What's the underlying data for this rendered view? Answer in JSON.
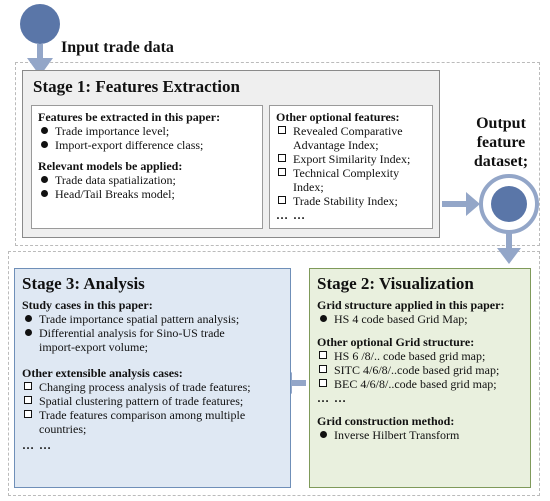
{
  "input_label": "Input trade data",
  "output_label": [
    "Output",
    "feature",
    "dataset;"
  ],
  "stage1": {
    "title": "Stage 1: Features Extraction",
    "left": {
      "heading1": "Features be extracted in this paper:",
      "items1": [
        "Trade importance level;",
        "Import-export difference class;"
      ],
      "heading2": "Relevant models be applied:",
      "items2": [
        "Trade data spatialization;",
        "Head/Tail Breaks model;"
      ]
    },
    "right": {
      "heading": "Other optional features:",
      "items": [
        [
          "Revealed Comparative",
          "Advantage Index;"
        ],
        [
          "Export Similarity Index;"
        ],
        [
          "Technical Complexity Index;"
        ],
        [
          "Trade Stability Index;"
        ]
      ],
      "more": "… …"
    }
  },
  "stage2": {
    "title": "Stage 2: Visualization",
    "heading1": "Grid structure applied in this paper:",
    "items1": [
      "HS 4 code based Grid Map;"
    ],
    "heading2": "Other optional Grid structure:",
    "items2": [
      "HS 6 /8/.. code based grid map;",
      "SITC 4/6/8/..code based grid map;",
      "BEC 4/6/8/..code based grid map;"
    ],
    "more": "… …",
    "heading3": "Grid construction method:",
    "items3": [
      "Inverse Hilbert Transform"
    ]
  },
  "stage3": {
    "title": "Stage 3: Analysis",
    "heading1": "Study cases in this paper:",
    "items1": [
      [
        "Trade importance spatial pattern analysis;"
      ],
      [
        "Differential analysis for Sino-US trade",
        "import-export volume;"
      ]
    ],
    "heading2": "Other extensible analysis cases:",
    "items2": [
      [
        "Changing process  analysis of trade features;"
      ],
      [
        "Spatial clustering pattern of trade features;"
      ],
      [
        "Trade features comparison among multiple",
        "countries;"
      ]
    ],
    "more": "… …"
  },
  "colors": {
    "stage1_fill": "#efefef",
    "stage2_fill": "#e9f0de",
    "stage2_border": "#7f9a5a",
    "stage3_fill": "#dfe8f3",
    "stage3_border": "#6f8fb8",
    "node_fill": "#5a76a8",
    "arrow": "#93a6c8"
  }
}
